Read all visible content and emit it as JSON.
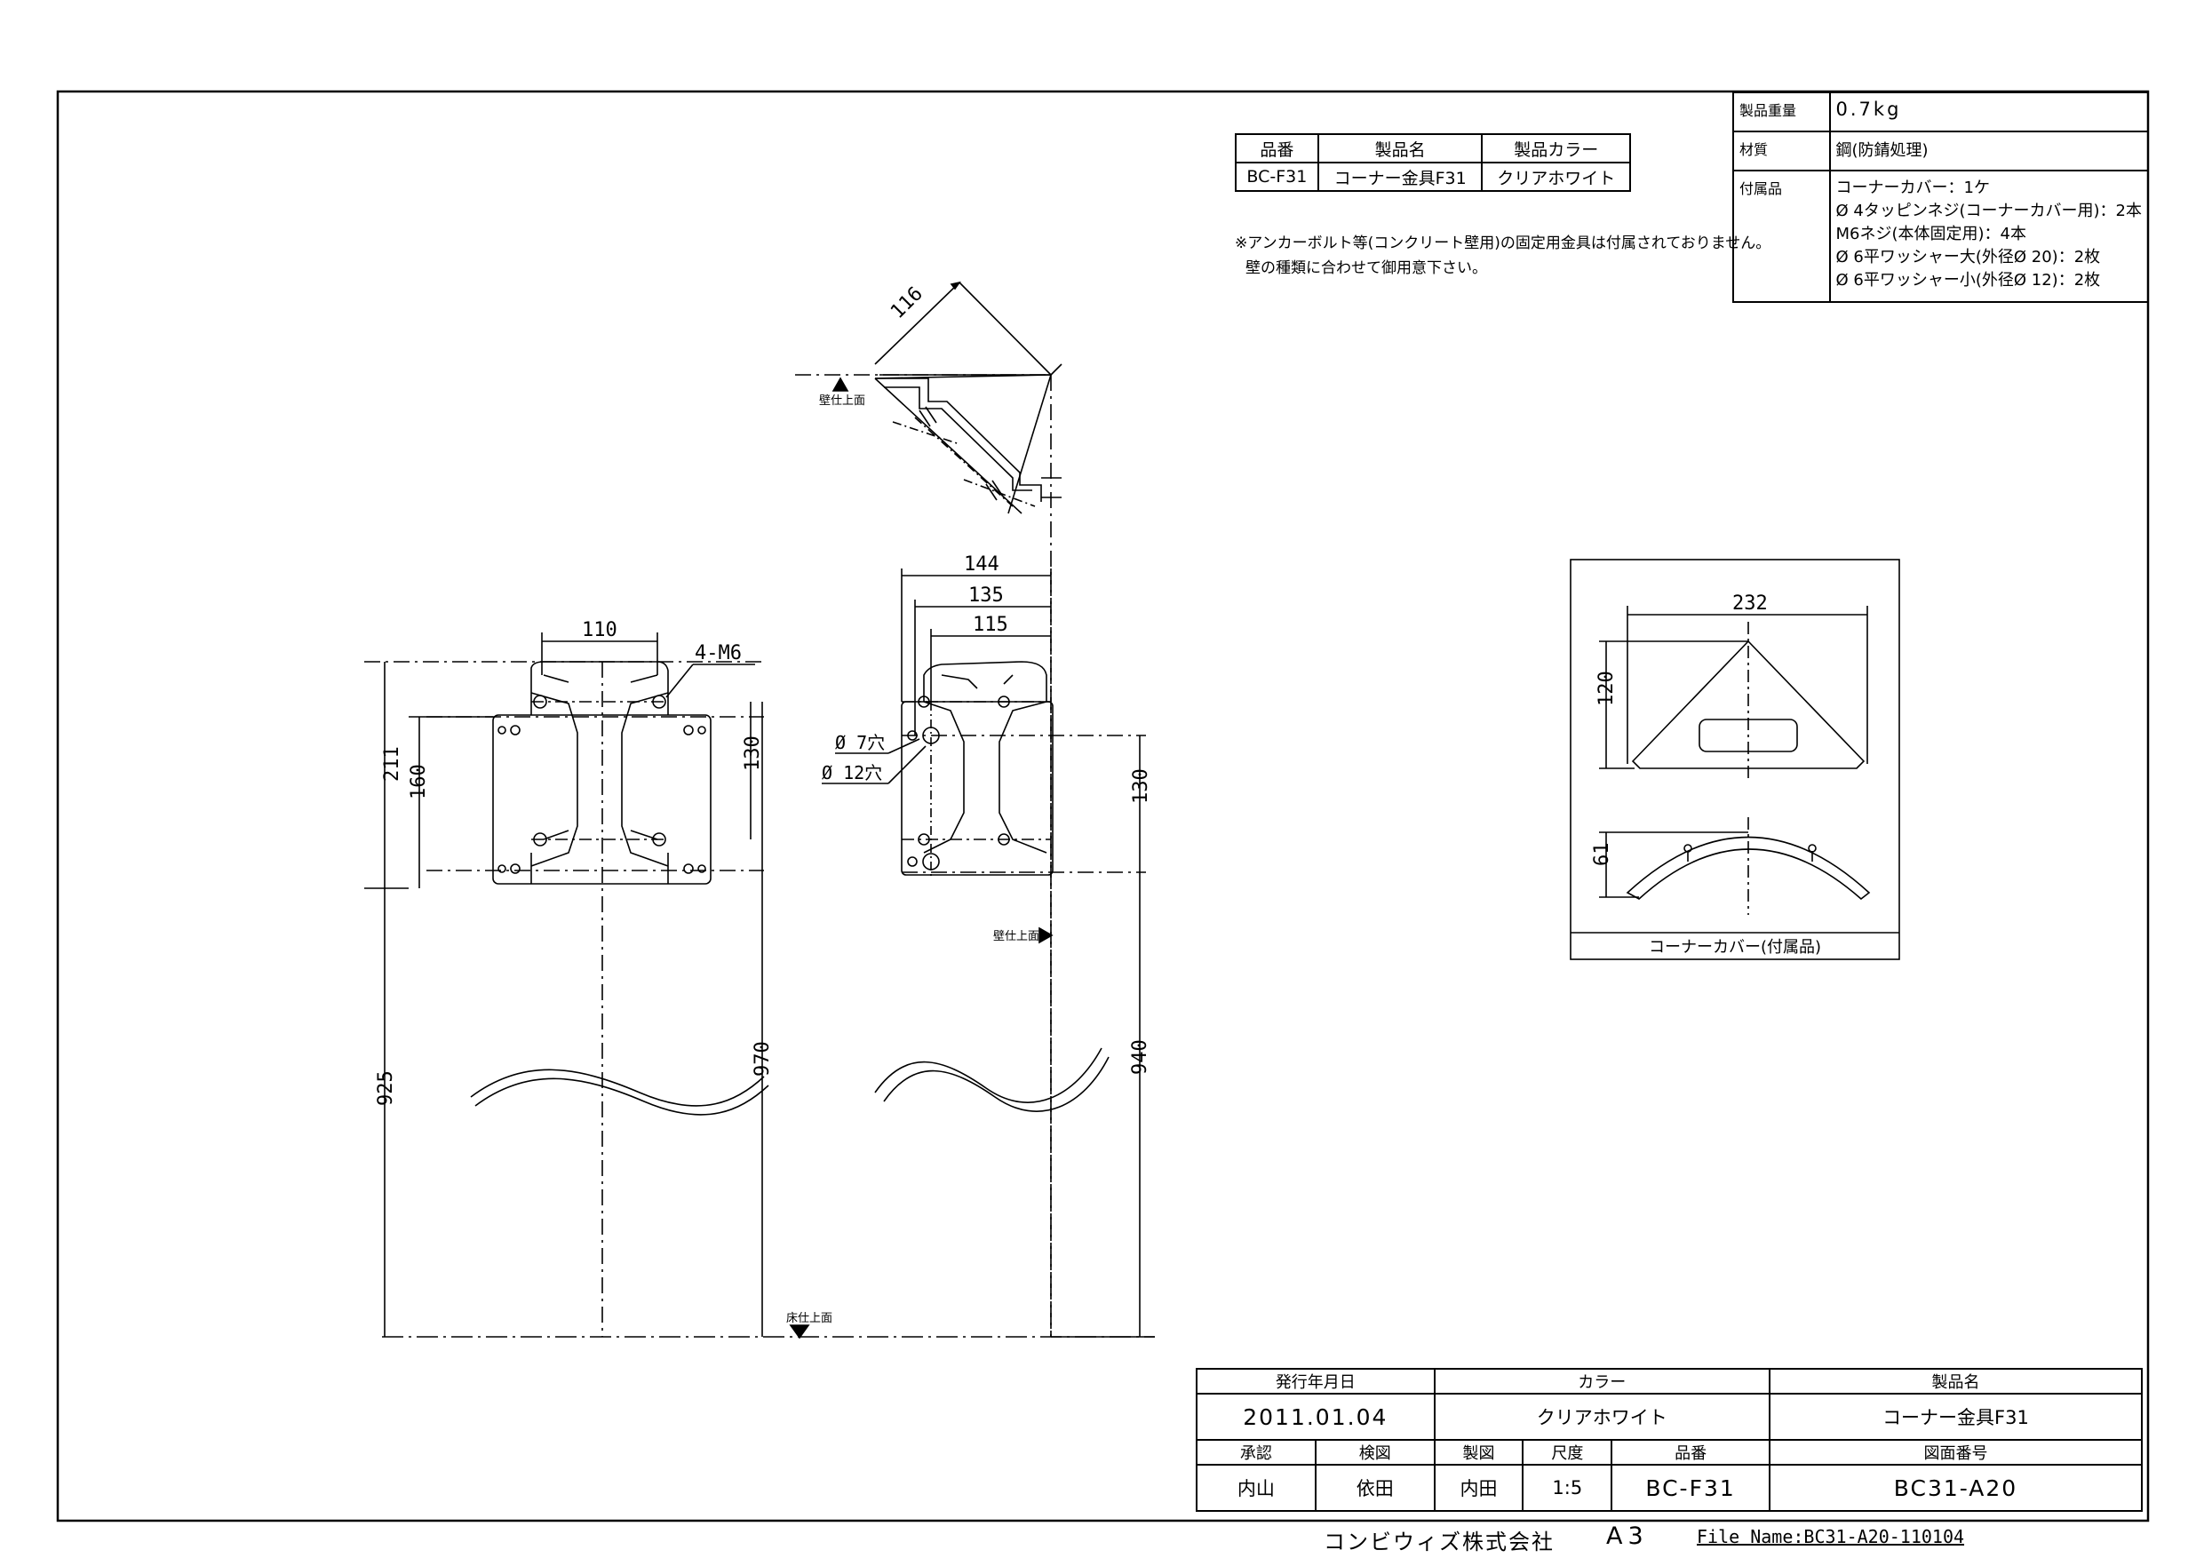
{
  "product_table": {
    "headers": [
      "品番",
      "製品名",
      "製品カラー"
    ],
    "values": [
      "BC-F31",
      "コーナー金具F31",
      "クリアホワイト"
    ]
  },
  "spec_table": {
    "weight_label": "製品重量",
    "weight_value": "0.7kg",
    "material_label": "材質",
    "material_value": "鋼(防錆処理)",
    "accessories_label": "付属品",
    "accessories": [
      "コーナーカバー：1ケ",
      "Ø 4タッピンネジ(コーナーカバー用)：2本",
      "M6ネジ(本体固定用)：4本",
      "Ø 6平ワッシャー大(外径Ø 20)：2枚",
      "Ø 6平ワッシャー小(外径Ø 12)：2枚"
    ]
  },
  "note": {
    "line1": "※アンカーボルト等(コンクリート壁用)の固定用金具は付属されておりません。",
    "line2": "壁の種類に合わせて御用意下さい。"
  },
  "drawing": {
    "dims": {
      "d116": "116",
      "d144": "144",
      "d135": "135",
      "d115": "115",
      "d110": "110",
      "d4m6": "4-M6",
      "d211": "211",
      "d160": "160",
      "d130a": "130",
      "d130b": "130",
      "d925": "925",
      "d970": "970",
      "d940": "940",
      "hole7": "Ø 7穴",
      "hole12": "Ø 12穴",
      "d232": "232",
      "d120": "120",
      "d61": "61"
    },
    "labels": {
      "wall_top_1": "壁仕上面",
      "wall_top_2": "壁仕上面",
      "floor_top": "床仕上面"
    },
    "cover_label": "コーナーカバー(付属品)"
  },
  "title_block": {
    "issue_date_label": "発行年月日",
    "issue_date": "2011.01.04",
    "color_label": "カラー",
    "color": "クリアホワイト",
    "product_name_label": "製品名",
    "product_name": "コーナー金具F31",
    "approved_label": "承認",
    "approved": "内山",
    "checked_label": "検図",
    "checked": "依田",
    "drawn_label": "製図",
    "drawn": "内田",
    "scale_label": "尺度",
    "scale": "1:5",
    "part_no_label": "品番",
    "part_no": "BC-F31",
    "drawing_no_label": "図面番号",
    "drawing_no": "BC31-A20"
  },
  "footer": {
    "company": "コンビウィズ株式会社",
    "paper_size": "A3",
    "file_name": "File Name:BC31-A20-110104"
  }
}
